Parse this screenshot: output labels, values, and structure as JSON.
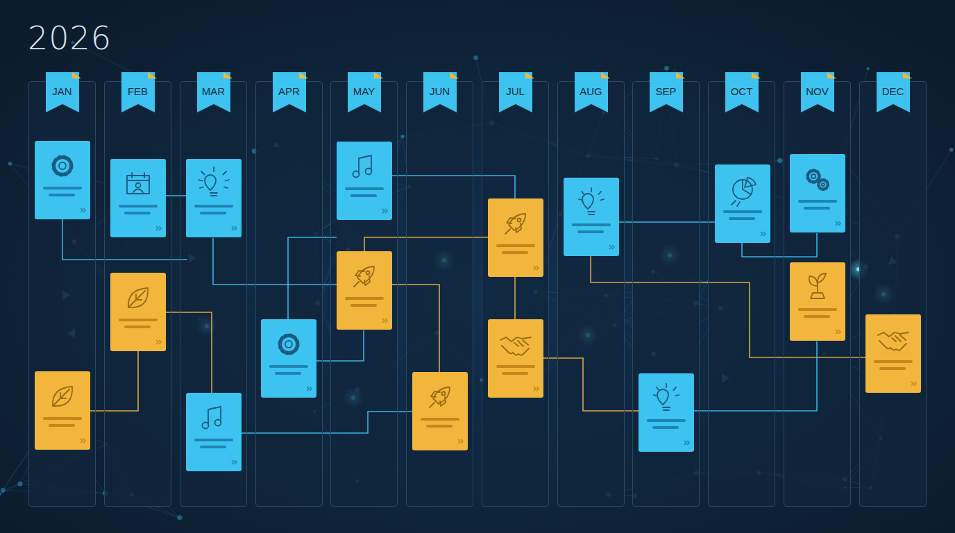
{
  "diagram": {
    "title": "2026",
    "nodes": [
      {
        "text": [
          "JAN"
        ]
      },
      {
        "text": [
          "FEB"
        ]
      },
      {
        "text": [
          "MAR"
        ]
      },
      {
        "text": [
          "APR"
        ]
      },
      {
        "text": [
          "MAY"
        ]
      },
      {
        "text": [
          "JUN"
        ]
      },
      {
        "text": [
          "JUL"
        ]
      },
      {
        "text": [
          "AUG"
        ]
      },
      {
        "text": [
          "SEP"
        ]
      },
      {
        "text": [
          "OCT"
        ]
      },
      {
        "text": [
          "NOV"
        ]
      },
      {
        "text": [
          "DEC"
        ]
      }
    ]
  }
}
